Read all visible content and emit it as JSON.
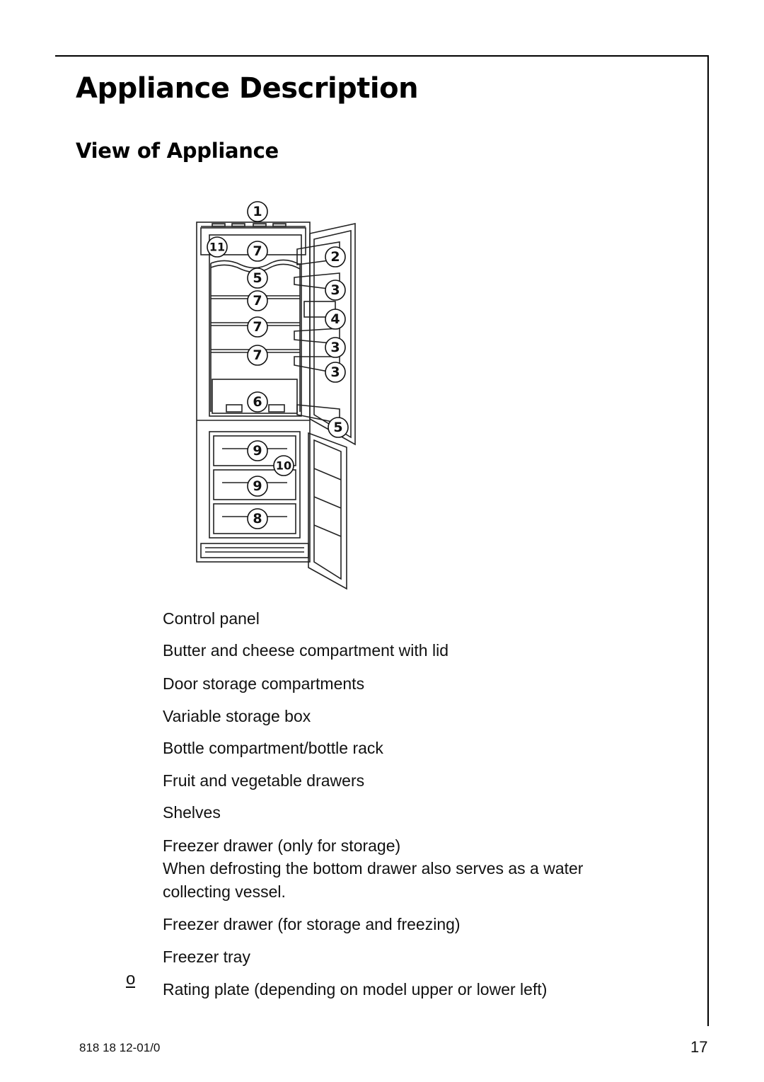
{
  "header": {
    "title": "Appliance Description",
    "subtitle": "View of Appliance"
  },
  "figure": {
    "callouts": [
      "1",
      "11",
      "7",
      "2",
      "5",
      "3",
      "7",
      "4",
      "7",
      "3",
      "7",
      "3",
      "6",
      "5",
      "9",
      "10",
      "9",
      "8"
    ]
  },
  "legend": {
    "items": [
      "Control panel",
      "Butter and cheese compartment with lid",
      "Door storage compartments",
      "Variable storage box",
      "Bottle compartment/bottle rack",
      "Fruit and vegetable drawers",
      "Shelves",
      "Freezer drawer (only for storage)",
      "When defrosting the bottom drawer also serves as a water",
      "collecting vessel.",
      "Freezer drawer (for storage and freezing)",
      "Freezer tray",
      "Rating plate (depending on model upper or lower left)"
    ],
    "rating_mark": "o"
  },
  "footer": {
    "doc_number": "818 18 12-01/0",
    "page_number": "17"
  }
}
